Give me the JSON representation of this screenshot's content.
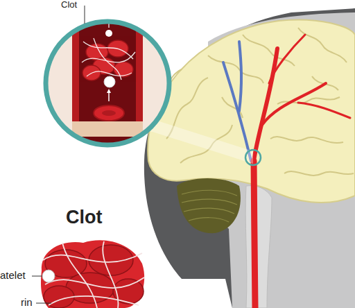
{
  "diagram": {
    "labels": [
      "Clot",
      "Clot",
      "atelet",
      "rin"
    ]
  }
}
